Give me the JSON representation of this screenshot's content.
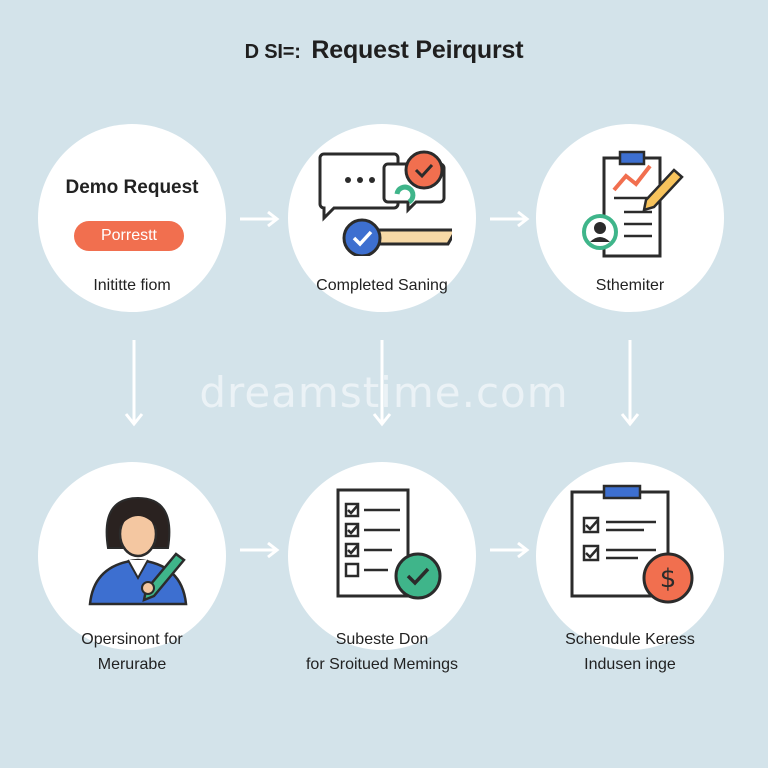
{
  "title": {
    "prefix": "D SI=:",
    "text": "Request Peirqurst"
  },
  "watermark": "dreamstime.com",
  "nodes": [
    {
      "heading": "Demo Request",
      "pill": "Porrestt",
      "caption": "Inititte fiom"
    },
    {
      "caption": "Completed Saning"
    },
    {
      "caption": "Sthemiter"
    },
    {
      "caption_lines": [
        "Opersinont for",
        "Merurabe"
      ]
    },
    {
      "caption_lines": [
        "Subeste Don",
        "for Sroitued Memings"
      ]
    },
    {
      "caption_lines": [
        "Schendule Keress",
        "Indusen inge"
      ]
    }
  ],
  "colors": {
    "background": "#d3e3ea",
    "accent_red": "#f16f4f",
    "accent_blue": "#3d6fd0",
    "accent_teal": "#3fb58a",
    "outline": "#2b2b2b"
  },
  "icons": [
    "chat-check-icon",
    "document-chart-pencil-icon",
    "woman-pencil-icon",
    "checklist-check-icon",
    "clipboard-dollar-icon"
  ]
}
